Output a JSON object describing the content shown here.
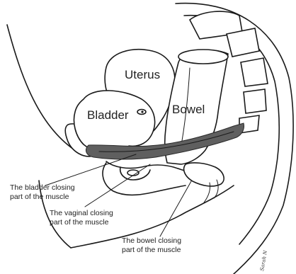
{
  "organs": {
    "uterus": "Uterus",
    "bladder": "Bladder",
    "bowel": "Bowel"
  },
  "callouts": {
    "bladder_line1": "The bladder closing",
    "bladder_line2": "part of the muscle",
    "vaginal_line1": "The vaginal closing",
    "vaginal_line2": "part of the muscle",
    "bowel_line1": "The bowel closing",
    "bowel_line2": "part of the muscle"
  },
  "signature": "Sarah N"
}
